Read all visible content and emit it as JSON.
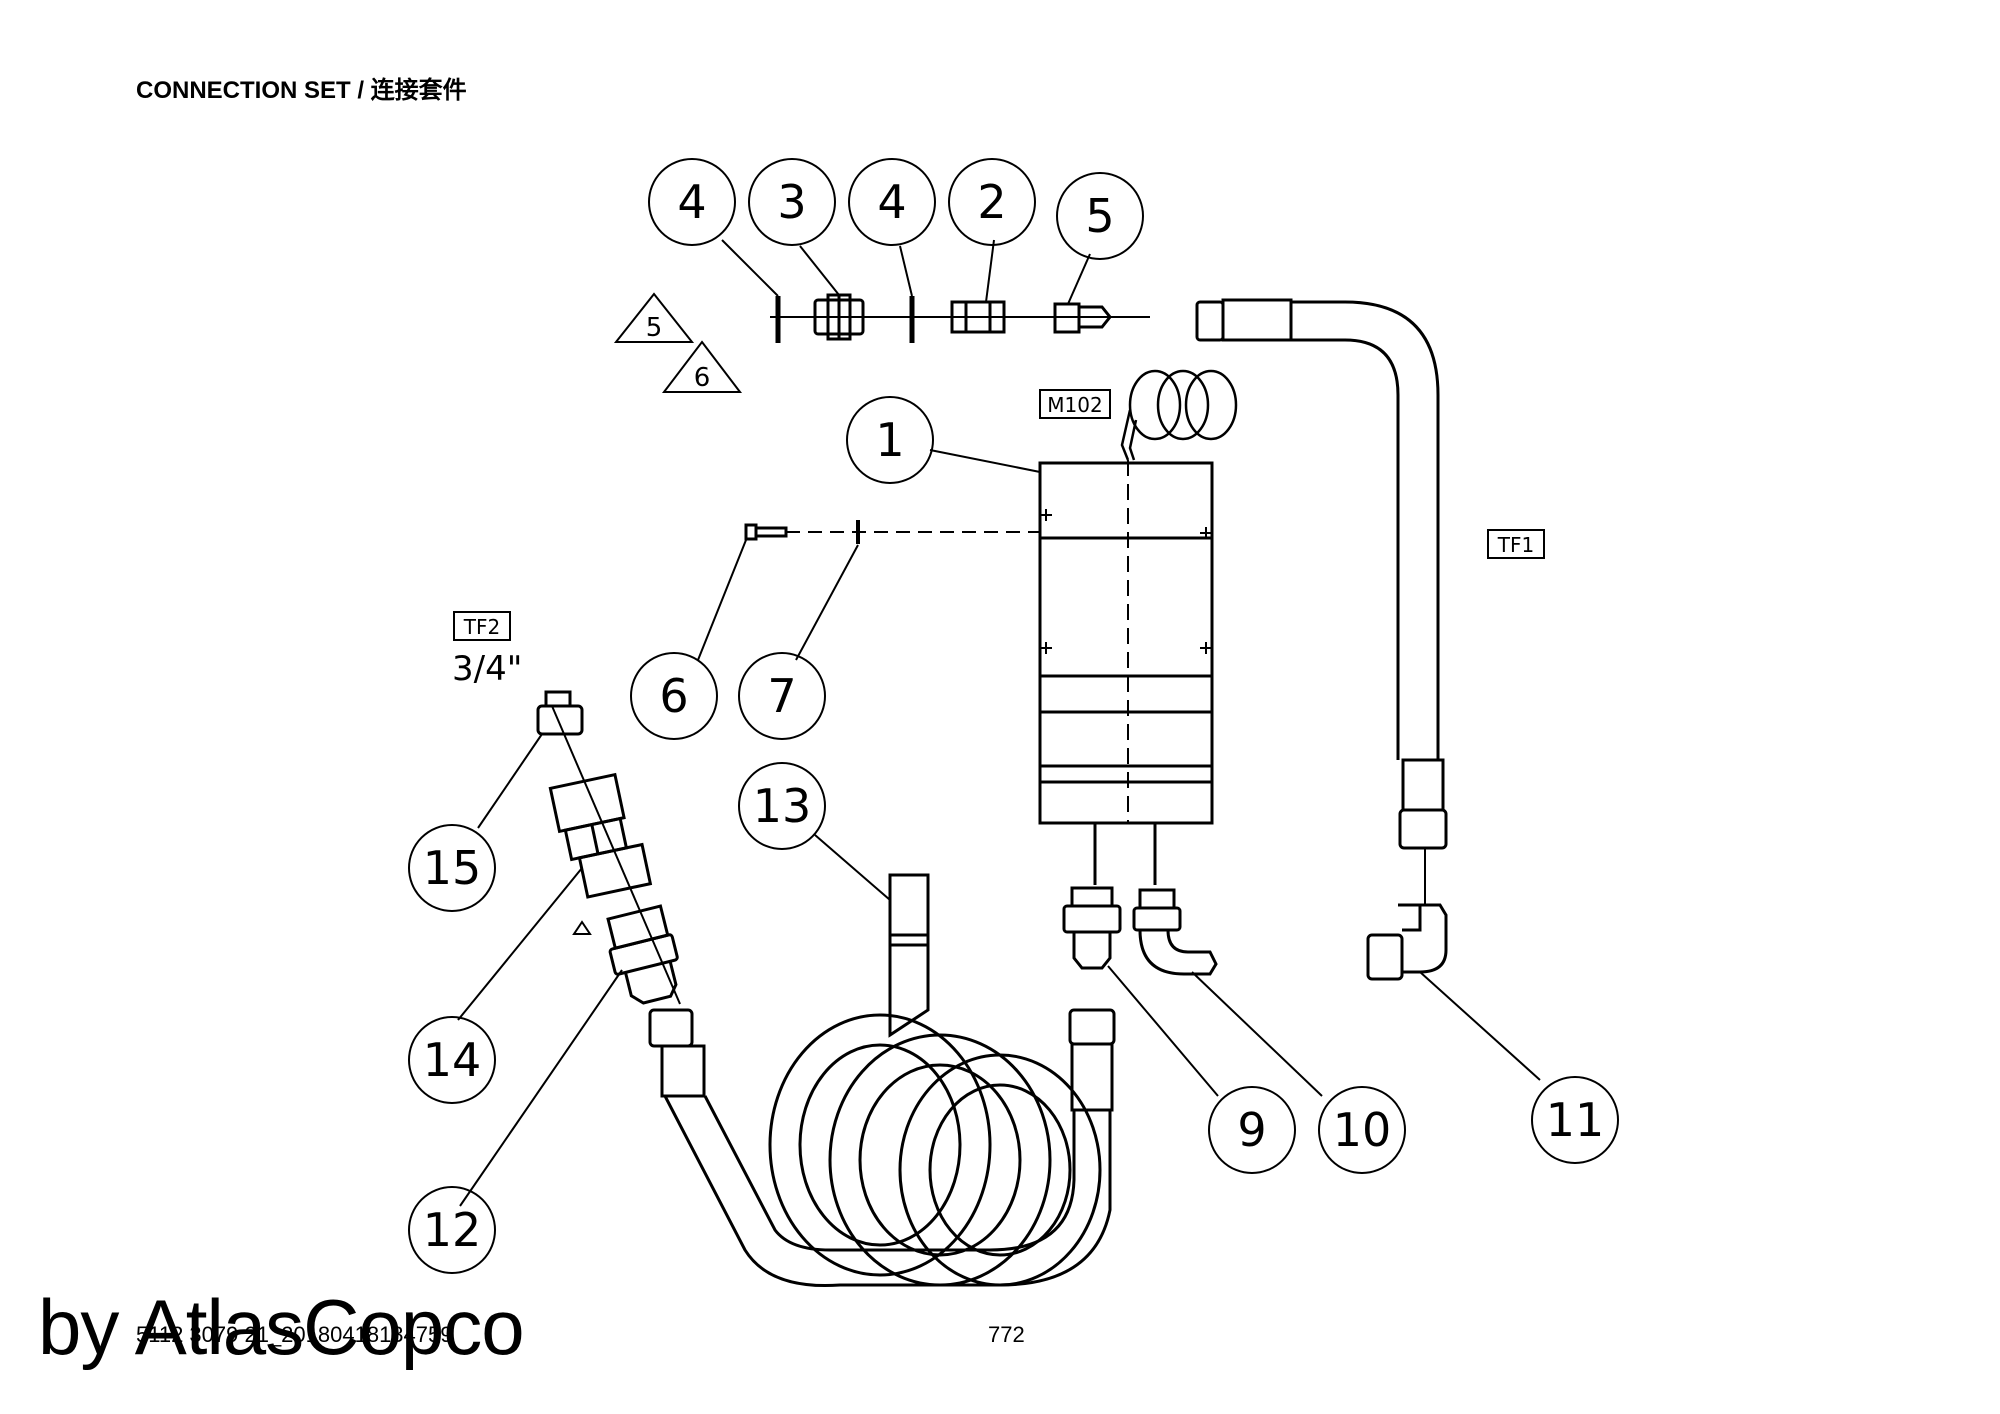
{
  "header": {
    "title": "CONNECTION SET / 连接套件"
  },
  "footer": {
    "doc_number": "5112 3079 21_20180418134759",
    "page_number": "772",
    "watermark": "by AtlasCopco"
  },
  "balloons": [
    "4",
    "3",
    "4",
    "2",
    "5",
    "1",
    "6",
    "7",
    "13",
    "15",
    "14",
    "12",
    "9",
    "10",
    "11"
  ],
  "labels": {
    "tf1": "TF1",
    "tf2": "TF2",
    "size": "3/4\"",
    "m102": "M102",
    "tri5": "5",
    "tri6": "6"
  }
}
